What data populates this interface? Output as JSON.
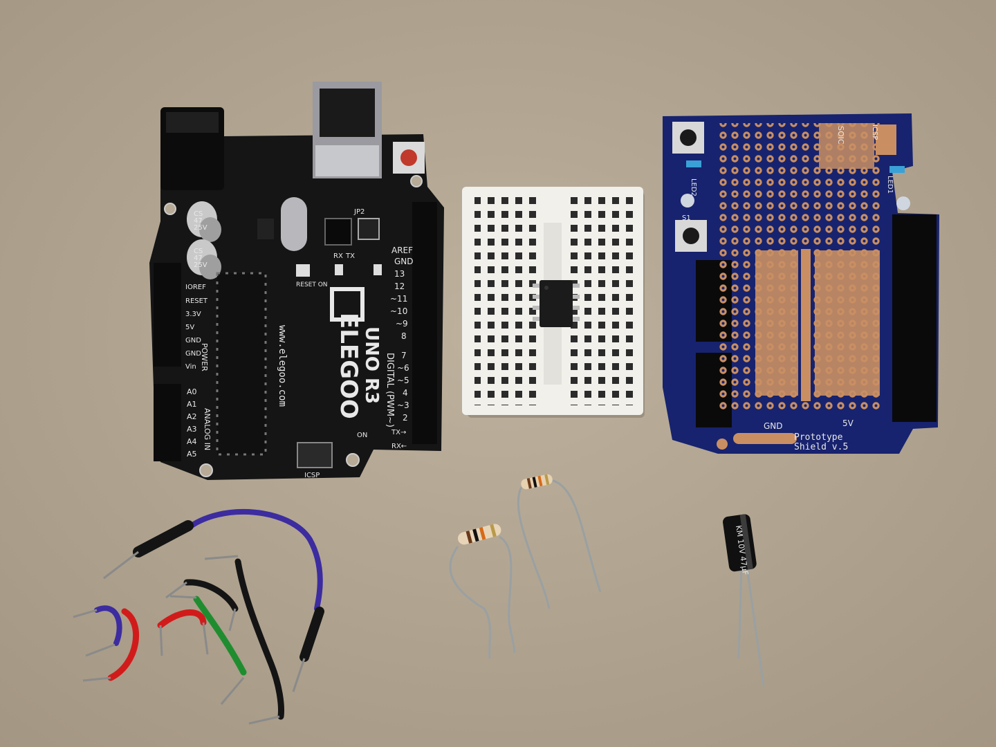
{
  "colors": {
    "table": "#b7aa96",
    "table_dark": "#a99c88",
    "uno_pcb": "#151516",
    "shield_pcb": "#17236e",
    "breadboard": "#f1f0eb",
    "copper": "#c98f63",
    "wire_purple": "#3c2ca0",
    "wire_red": "#d11b1b",
    "wire_green": "#1f8d2f",
    "wire_black": "#141414"
  },
  "uno": {
    "brand": "ELEGOO",
    "model": "UNO R3",
    "url": "www.elegoo.com",
    "aref": "AREF",
    "gnd": "GND",
    "digital_label": "DIGITAL (PWM~)",
    "power_label": "POWER",
    "analog_label": "ANALOG IN",
    "power_pins": [
      "IOREF",
      "RESET",
      "3.3V",
      "5V",
      "GND",
      "GND",
      "Vin"
    ],
    "analog_pins": [
      "A0",
      "A1",
      "A2",
      "A3",
      "A4",
      "A5"
    ],
    "digital_pins": [
      "13",
      "12",
      "~11",
      "~10",
      "~9",
      "8",
      "7",
      "~6",
      "~5",
      "4",
      "~3",
      "2"
    ],
    "tx_label": "TX→",
    "rx_label": "RX←",
    "reset_on": "RESET ON",
    "jp2": "JP2",
    "rx": "RX",
    "tx": "TX",
    "on": "ON",
    "icsp": "ICSP",
    "cap_text": [
      "CS",
      "47",
      "25V"
    ]
  },
  "shield": {
    "title_line1": "Prototype",
    "title_line2": "Shield v.5",
    "soic": "SOIC",
    "icsp": "ICSP",
    "led1": "LED1",
    "led2": "LED2",
    "s1": "S1",
    "gnd": "GND",
    "v5": "5V"
  },
  "capacitor": {
    "text": "KM 10V 47μF"
  },
  "icon_names": [
    "arduino-board",
    "mini-breadboard",
    "dip8-chip",
    "proto-shield",
    "resistor",
    "electrolytic-capacitor",
    "jumper-wire"
  ]
}
